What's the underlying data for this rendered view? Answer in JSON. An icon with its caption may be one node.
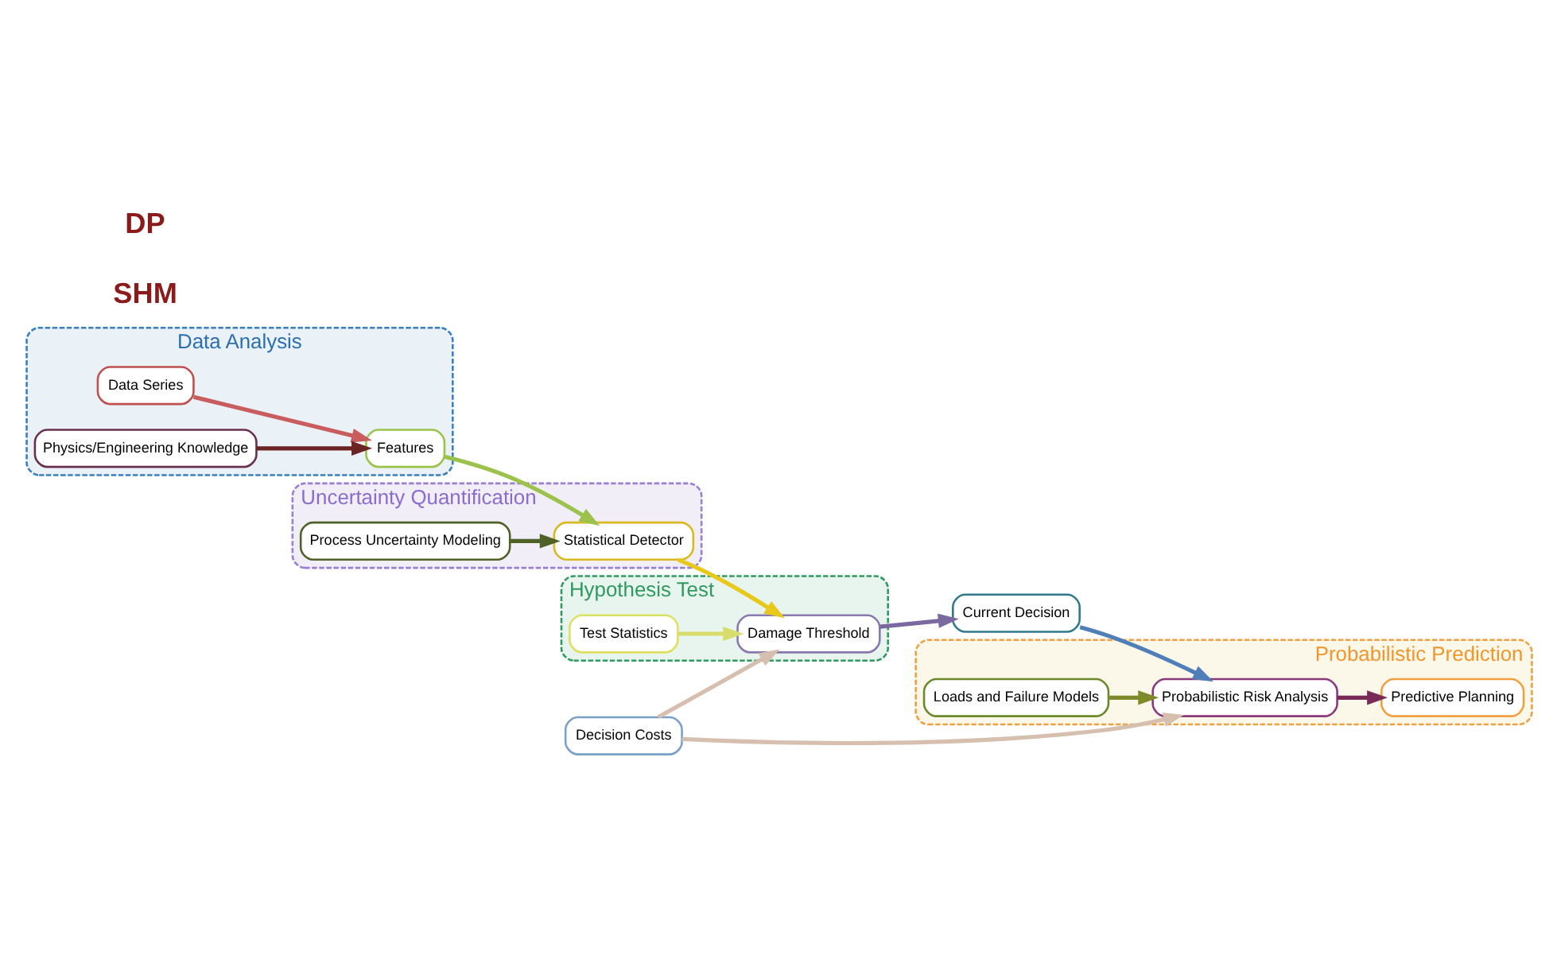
{
  "diagram": {
    "nodes": [
      {
        "text": [
          "Data Analysis"
        ]
      },
      {
        "text": [
          "Data Series"
        ],
        "in": 0
      },
      {
        "text": [
          "Features"
        ],
        "in": 0
      },
      {
        "text": [
          "Physics/Engineering Knowledge"
        ],
        "in": 0
      },
      {
        "text": [
          "Uncertainty Quantification"
        ]
      },
      {
        "text": [
          "Process Uncertainty Modeling"
        ],
        "in": 4
      },
      {
        "text": [
          "Statistical Detector"
        ],
        "in": 4
      },
      {
        "text": [
          "Hypothesis Test"
        ]
      },
      {
        "text": [
          "Test Statistics"
        ],
        "in": 7
      },
      {
        "text": [
          "Damage Threshold"
        ],
        "in": 7
      },
      {
        "text": [
          "Decision Costs"
        ]
      },
      {
        "text": [
          "Current Decision"
        ]
      },
      {
        "text": [
          "Probabilistic Prediction"
        ]
      },
      {
        "text": [
          "Loads and Failure Models"
        ],
        "in": 12
      },
      {
        "text": [
          "Predictive Planning"
        ],
        "in": 12
      },
      {
        "text": [
          "Probabilistic Risk Analysis"
        ],
        "in": 12
      }
    ],
    "edges": [
      {
        "from": 1,
        "to": 2,
        "arrow": "to",
        "color": "#c95c5c"
      },
      {
        "from": 2,
        "to": 6,
        "arrow": "to",
        "color": "#9bc24a"
      },
      {
        "from": 6,
        "to": 9,
        "arrow": "to",
        "color": "#e8c81a"
      },
      {
        "from": 9,
        "to": 11,
        "arrow": "to",
        "color": "#7a68a0"
      },
      {
        "from": 5,
        "to": 6,
        "arrow": "to",
        "color": "#4e6127"
      },
      {
        "from": 3,
        "to": 2,
        "arrow": "to",
        "color": "#6b2424"
      },
      {
        "from": 8,
        "to": 9,
        "arrow": "to",
        "color": "#d8dc6a"
      },
      {
        "from": 10,
        "to": 9,
        "arrow": "to",
        "color": "#d6bfae"
      },
      {
        "from": 10,
        "to": 15,
        "arrow": "to",
        "color": "#d6bfae"
      },
      {
        "from": 11,
        "to": 15,
        "arrow": "to",
        "color": "#4f7fb8"
      },
      {
        "from": 13,
        "to": 15,
        "arrow": "to",
        "color": "#7f8a2a"
      },
      {
        "from": 15,
        "to": 14,
        "arrow": "to",
        "color": "#7a2a58"
      }
    ],
    "labels": [
      "SHM",
      "DP"
    ]
  }
}
